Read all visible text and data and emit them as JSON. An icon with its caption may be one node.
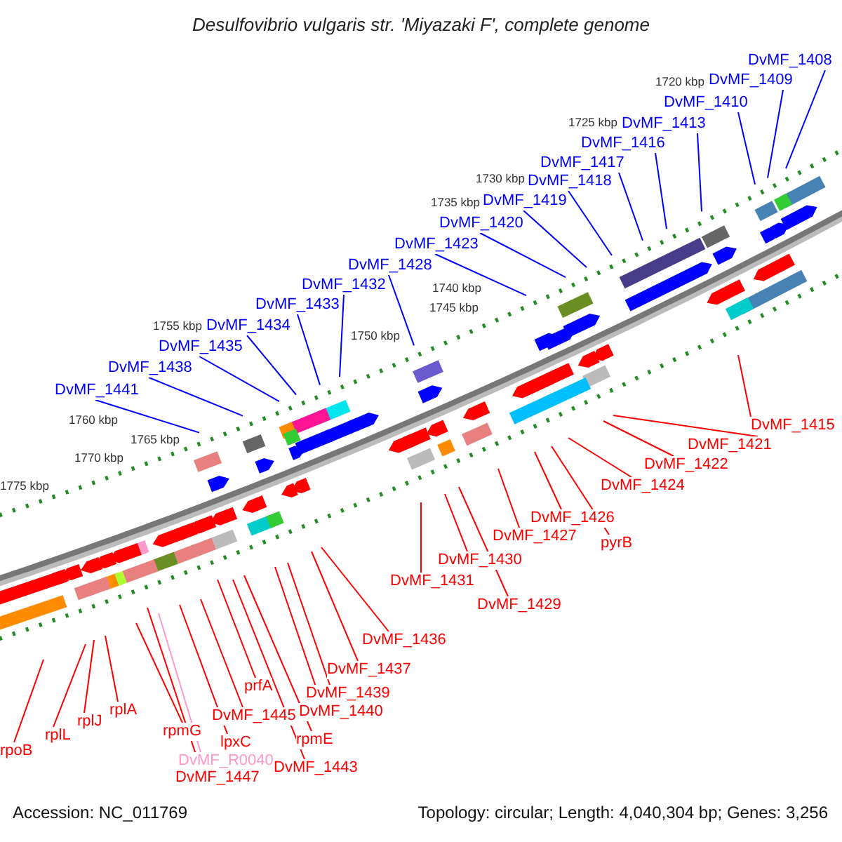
{
  "diagram": {
    "title": "Desulfovibrio vulgaris str. 'Miyazaki F', complete genome",
    "nodes": [
      {
        "text": [
          "DvMF_1408"
        ]
      },
      {
        "text": [
          "DvMF_1409"
        ]
      },
      {
        "text": [
          "DvMF_1410"
        ]
      },
      {
        "text": [
          "DvMF_1413"
        ]
      },
      {
        "text": [
          "DvMF_1416"
        ]
      },
      {
        "text": [
          "DvMF_1417"
        ]
      },
      {
        "text": [
          "DvMF_1418"
        ]
      },
      {
        "text": [
          "DvMF_1419"
        ]
      },
      {
        "text": [
          "DvMF_1420"
        ]
      },
      {
        "text": [
          "DvMF_1423"
        ]
      },
      {
        "text": [
          "DvMF_1428"
        ]
      },
      {
        "text": [
          "DvMF_1432"
        ]
      },
      {
        "text": [
          "DvMF_1433"
        ]
      },
      {
        "text": [
          "DvMF_1434"
        ]
      },
      {
        "text": [
          "DvMF_1435"
        ]
      },
      {
        "text": [
          "DvMF_1438"
        ]
      },
      {
        "text": [
          "DvMF_1441"
        ]
      },
      {
        "text": [
          "DvMF_1415"
        ]
      },
      {
        "text": [
          "DvMF_1421"
        ]
      },
      {
        "text": [
          "DvMF_1422"
        ]
      },
      {
        "text": [
          "DvMF_1424"
        ]
      },
      {
        "text": [
          "DvMF_1426"
        ]
      },
      {
        "text": [
          "DvMF_1427"
        ]
      },
      {
        "text": [
          "pyrB"
        ]
      },
      {
        "text": [
          "DvMF_1430"
        ]
      },
      {
        "text": [
          "DvMF_1431"
        ]
      },
      {
        "text": [
          "DvMF_1429"
        ]
      },
      {
        "text": [
          "DvMF_1436"
        ]
      },
      {
        "text": [
          "DvMF_1437"
        ]
      },
      {
        "text": [
          "prfA"
        ]
      },
      {
        "text": [
          "DvMF_1439"
        ]
      },
      {
        "text": [
          "rplA"
        ]
      },
      {
        "text": [
          "DvMF_1440"
        ]
      },
      {
        "text": [
          "DvMF_1445"
        ]
      },
      {
        "text": [
          "rplJ"
        ]
      },
      {
        "text": [
          "rpmG"
        ]
      },
      {
        "text": [
          "rplL"
        ]
      },
      {
        "text": [
          "rpmE"
        ]
      },
      {
        "text": [
          "lpxC"
        ]
      },
      {
        "text": [
          "rpoB"
        ]
      },
      {
        "text": [
          "DvMF_R0040"
        ]
      },
      {
        "text": [
          "DvMF_1443"
        ]
      },
      {
        "text": [
          "DvMF_1447"
        ]
      }
    ],
    "edges": [
      {
        "from": 0,
        "to": null,
        "arrow": "none",
        "color": "#0000ff"
      },
      {
        "from": 1,
        "to": null,
        "arrow": "none",
        "color": "#0000ff"
      },
      {
        "from": 2,
        "to": null,
        "arrow": "none",
        "color": "#0000ff"
      },
      {
        "from": 3,
        "to": null,
        "arrow": "none",
        "color": "#0000ff"
      },
      {
        "from": 4,
        "to": null,
        "arrow": "none",
        "color": "#0000ff"
      },
      {
        "from": 5,
        "to": null,
        "arrow": "none",
        "color": "#0000ff"
      },
      {
        "from": 6,
        "to": null,
        "arrow": "none",
        "color": "#0000ff"
      },
      {
        "from": 7,
        "to": null,
        "arrow": "none",
        "color": "#0000ff"
      },
      {
        "from": 8,
        "to": null,
        "arrow": "none",
        "color": "#0000ff"
      },
      {
        "from": 9,
        "to": null,
        "arrow": "none",
        "color": "#0000ff"
      },
      {
        "from": 10,
        "to": null,
        "arrow": "none",
        "color": "#0000ff"
      },
      {
        "from": 11,
        "to": null,
        "arrow": "none",
        "color": "#0000ff"
      },
      {
        "from": 12,
        "to": null,
        "arrow": "none",
        "color": "#0000ff"
      },
      {
        "from": 13,
        "to": null,
        "arrow": "none",
        "color": "#0000ff"
      },
      {
        "from": 14,
        "to": null,
        "arrow": "none",
        "color": "#0000ff"
      },
      {
        "from": 15,
        "to": null,
        "arrow": "none",
        "color": "#0000ff"
      },
      {
        "from": 16,
        "to": null,
        "arrow": "none",
        "color": "#0000ff"
      },
      {
        "from": 17,
        "to": null,
        "arrow": "none"
      },
      {
        "from": 18,
        "to": null,
        "arrow": "none"
      },
      {
        "from": 19,
        "to": null,
        "arrow": "none"
      },
      {
        "from": 20,
        "to": null,
        "arrow": "none"
      },
      {
        "from": 21,
        "to": null,
        "arrow": "none"
      },
      {
        "from": 22,
        "to": null,
        "arrow": "none"
      },
      {
        "from": 23,
        "to": null,
        "arrow": "none"
      },
      {
        "from": 24,
        "to": null,
        "arrow": "none"
      },
      {
        "from": 25,
        "to": null,
        "arrow": "none"
      },
      {
        "from": 26,
        "to": null,
        "arrow": "none"
      },
      {
        "from": 27,
        "to": null,
        "arrow": "none"
      },
      {
        "from": 28,
        "to": null,
        "arrow": "none"
      },
      {
        "from": 29,
        "to": null,
        "arrow": "none"
      },
      {
        "from": 30,
        "to": null,
        "arrow": "none"
      },
      {
        "from": 31,
        "to": null,
        "arrow": "none"
      },
      {
        "from": 32,
        "to": null,
        "arrow": "none"
      },
      {
        "from": 33,
        "to": null,
        "arrow": "none"
      },
      {
        "from": 34,
        "to": null,
        "arrow": "none"
      },
      {
        "from": 35,
        "to": null,
        "arrow": "none"
      },
      {
        "from": 36,
        "to": null,
        "arrow": "none"
      },
      {
        "from": 37,
        "to": null,
        "arrow": "none"
      },
      {
        "from": 38,
        "to": null,
        "arrow": "none"
      },
      {
        "from": 39,
        "to": null,
        "arrow": "none"
      },
      {
        "from": 40,
        "to": null,
        "arrow": "none",
        "color": "#ff99cc"
      },
      {
        "from": 41,
        "to": null,
        "arrow": "none"
      },
      {
        "from": 42,
        "to": null,
        "arrow": "none"
      }
    ],
    "labels": [
      "1720 kbp",
      "1725 kbp",
      "1730 kbp",
      "1735 kbp",
      "1740 kbp",
      "1745 kbp",
      "1750 kbp",
      "1755 kbp",
      "1760 kbp",
      "1765 kbp",
      "1770 kbp",
      "1775 kbp",
      "Accession: NC_011769",
      "Topology: circular; Length: 4,040,304 bp; Genes: 3,256"
    ]
  }
}
